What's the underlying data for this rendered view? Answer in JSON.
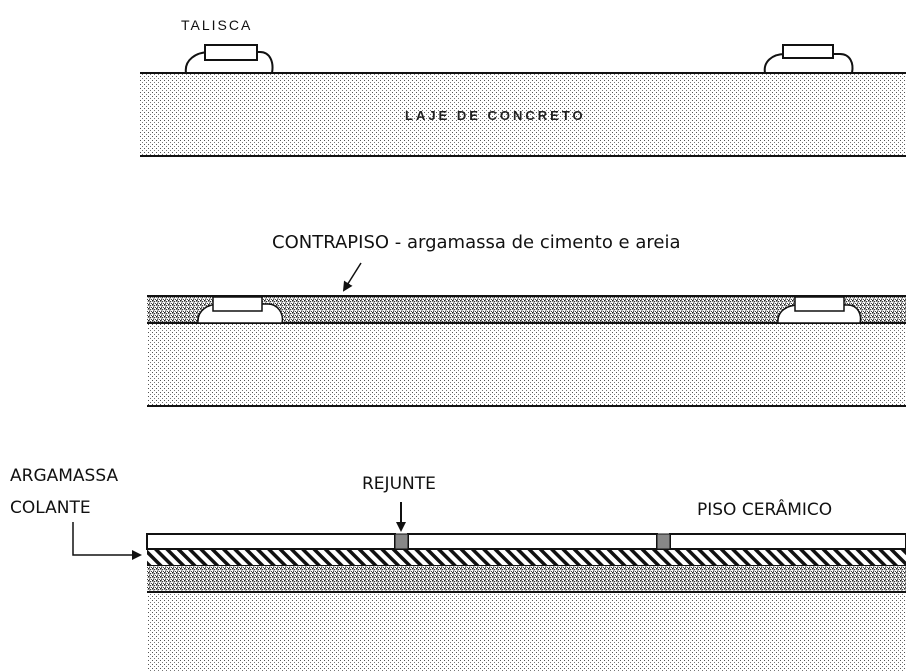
{
  "section_1": {
    "talisca_label": "TALISCA",
    "slab_label": "LAJE DE CONCRETO"
  },
  "section_2": {
    "contrapiso_label": "CONTRAPISO - argamassa de cimento e areia"
  },
  "section_3": {
    "adhesive_label_line1": "ARGAMASSA",
    "adhesive_label_line2": "COLANTE",
    "grout_label": "REJUNTE",
    "tile_label": "PISO CERÂMICO"
  },
  "colors": {
    "ink": "#111111",
    "background": "#ffffff"
  }
}
